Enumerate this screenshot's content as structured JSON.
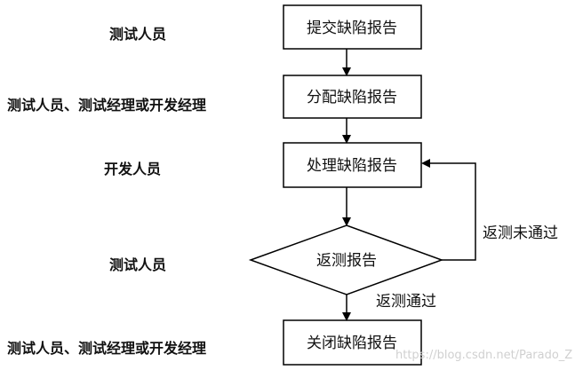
{
  "roles": [
    "测试人员",
    "测试人员、测试经理或开发经理",
    "开发人员",
    "测试人员",
    "测试人员、测试经理或开发经理"
  ],
  "steps": {
    "submit": "提交缺陷报告",
    "assign": "分配缺陷报告",
    "process": "处理缺陷报告",
    "retest": "返测报告",
    "close": "关闭缺陷报告"
  },
  "edges": {
    "not_passed": "返测未通过",
    "passed": "返测通过"
  },
  "watermark": "https://blog.csdn.net/Parado_Z"
}
